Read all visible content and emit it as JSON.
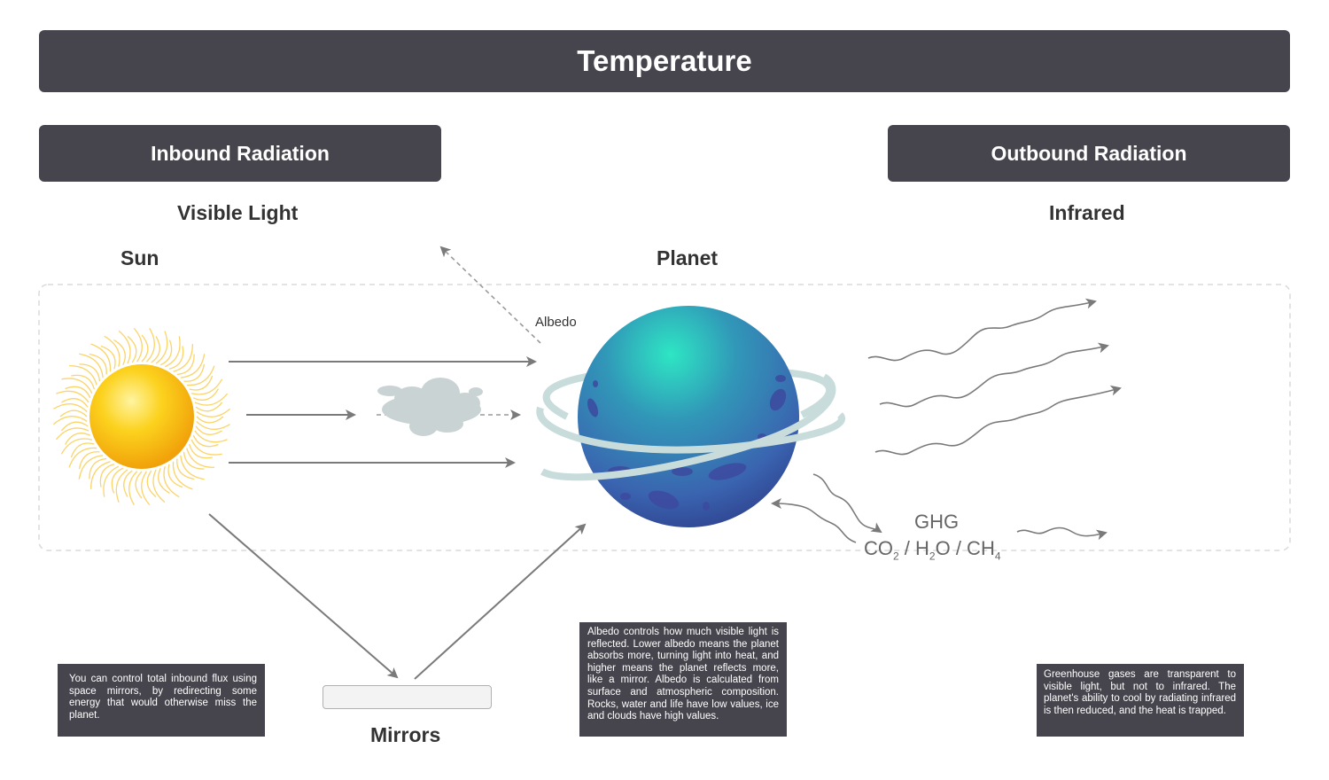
{
  "title": "Temperature",
  "inbound": {
    "header": "Inbound Radiation",
    "band": "Visible Light"
  },
  "outbound": {
    "header": "Outbound Radiation",
    "band": "Infrared"
  },
  "sun_label": "Sun",
  "planet_label": "Planet",
  "albedo_label": "Albedo",
  "mirrors_label": "Mirrors",
  "ghg": {
    "label": "GHG",
    "formula": {
      "co": "CO",
      "s2": "2",
      "h": " / H",
      "s2b": "2",
      "o": "O / CH",
      "s4": "4"
    }
  },
  "notes": {
    "mirrors": "You can control total inbound flux using space mirrors, by redirecting some energy that would otherwise miss the planet.",
    "albedo": "Albedo controls how much visible light is reflected.  Lower albedo means the planet absorbs more, turning light into heat, and higher means the planet reflects more, like a mirror.  Albedo is calculated from surface and atmospheric composition.    Rocks, water and life have low values, ice and clouds have high values.",
    "ghg": "Greenhouse gases are transparent to visible light, but not to infrared.  The planet's ability to cool by radiating infrared is then reduced, and the heat is trapped."
  },
  "colors": {
    "banner": "#46454d",
    "arrow": "#7a7a7a",
    "sun": "#f7c21a",
    "planet": "#3a76b8",
    "ring": "#c8dcdc",
    "cloud": "#c9d3d3"
  },
  "icons": [
    "sun-icon",
    "cloud-icon",
    "planet-icon",
    "mirror-icon"
  ]
}
